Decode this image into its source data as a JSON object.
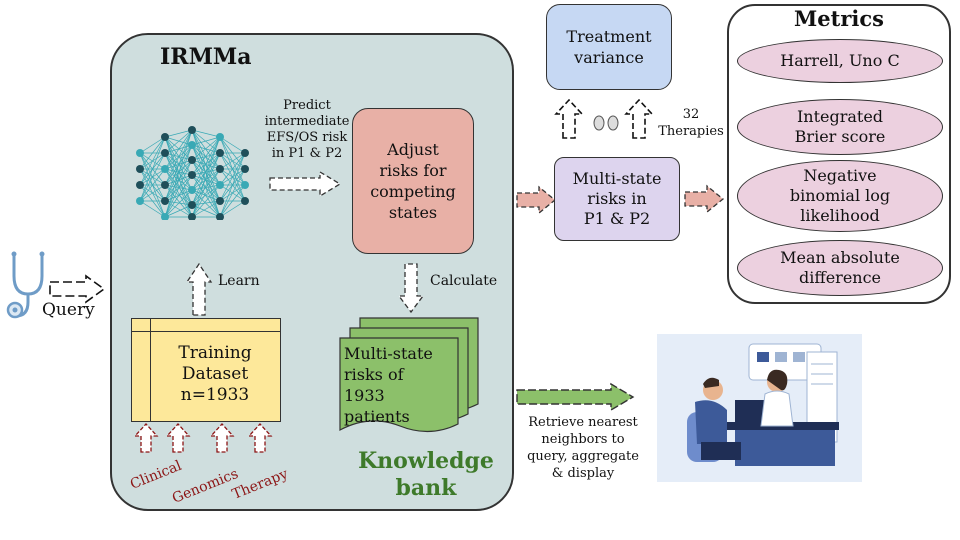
{
  "irmma": {
    "title": "IRMMa",
    "predict_text": [
      "Predict",
      "intermediate",
      "EFS/OS risk",
      "in P1 & P2"
    ],
    "adjust_box": [
      "Adjust",
      "risks for",
      "competing",
      "states"
    ],
    "learn_label": "Learn",
    "calculate_label": "Calculate",
    "training_box": [
      "Training",
      "Dataset",
      "n=1933"
    ],
    "knowledge_bank_records": [
      "Multi-state",
      "risks of",
      "1933",
      "patients"
    ],
    "knowledge_bank_title": [
      "Knowledge",
      "bank"
    ],
    "inputs": [
      "Clinical",
      "Genomics",
      "Therapy"
    ]
  },
  "query_label": "Query",
  "treatment_variance": [
    "Treatment",
    "variance"
  ],
  "therapies_label": [
    "32",
    "Therapies"
  ],
  "multistate_box": [
    "Multi-state",
    "risks in",
    "P1 & P2"
  ],
  "metrics": {
    "title": "Metrics",
    "items": [
      [
        "Harrell, Uno C"
      ],
      [
        "Integrated",
        "Brier score"
      ],
      [
        "Negative",
        "binomial log",
        "likelihood"
      ],
      [
        "Mean absolute",
        "difference"
      ]
    ]
  },
  "retrieve_text": [
    "Retrieve nearest",
    "neighbors to",
    "query,  aggregate",
    "& display"
  ],
  "colors": {
    "irmma_bg": "#cfdede",
    "adjust_bg": "#e8b0a6",
    "training_bg": "#fde89a",
    "knowledge_green": "#8cc06a",
    "knowledge_title": "#3e7a2a",
    "treatment_bg": "#c6d8f3",
    "multistate_bg": "#ddd4ee",
    "metric_pill_bg": "#ecd0df",
    "input_arrow": "#8c1515",
    "network_node": "#1f4f5a",
    "network_edge": "#39a9b5"
  }
}
